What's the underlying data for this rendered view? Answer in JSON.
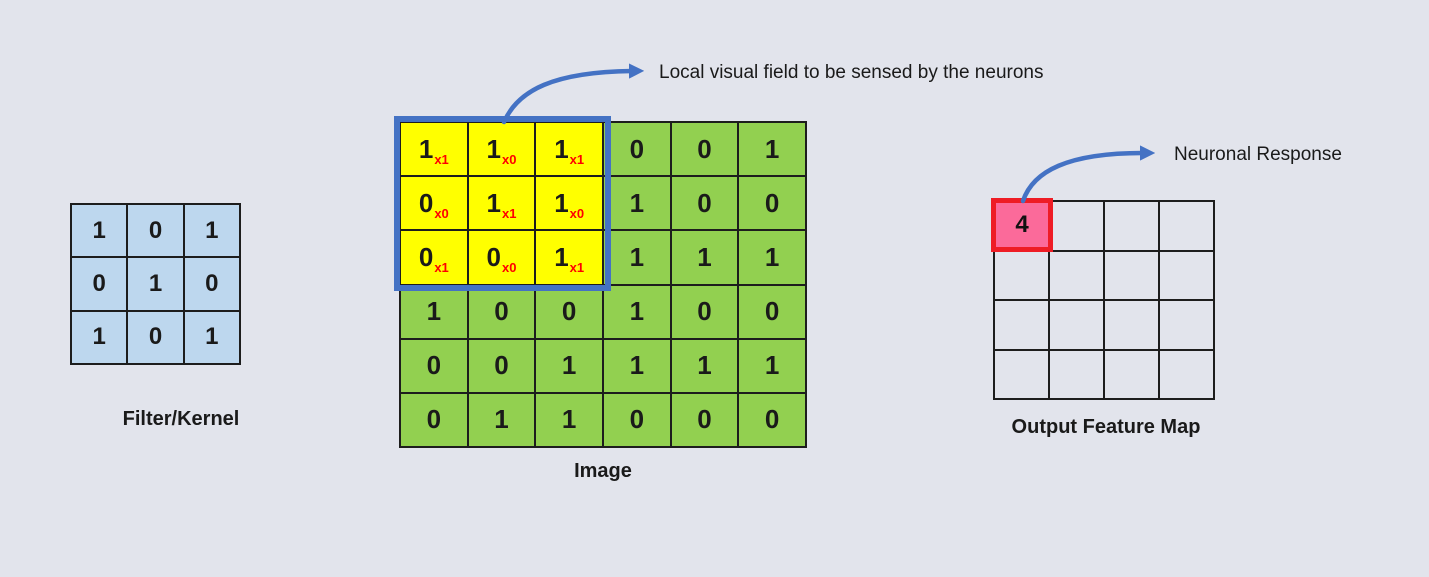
{
  "colors": {
    "background": "#e2e4ec",
    "filter_fill": "#bdd7ee",
    "image_fill": "#92d050",
    "highlight_fill": "#ffff00",
    "highlight_border": "#4472c4",
    "output_active_fill": "#fb6a9a",
    "output_active_border": "#ee1c25",
    "arrow": "#4472c4",
    "subscript": "#ff0000",
    "grid_line": "#1d1d1d"
  },
  "annotations": {
    "local_field": "Local visual field to be sensed by the neurons",
    "neuronal_response": "Neuronal Response"
  },
  "filter": {
    "label": "Filter/Kernel",
    "values": [
      [
        1,
        0,
        1
      ],
      [
        0,
        1,
        0
      ],
      [
        1,
        0,
        1
      ]
    ]
  },
  "image": {
    "label": "Image",
    "values": [
      [
        1,
        1,
        1,
        0,
        0,
        1
      ],
      [
        0,
        1,
        1,
        1,
        0,
        0
      ],
      [
        0,
        0,
        1,
        1,
        1,
        1
      ],
      [
        1,
        0,
        0,
        1,
        0,
        0
      ],
      [
        0,
        0,
        1,
        1,
        1,
        1
      ],
      [
        0,
        1,
        1,
        0,
        0,
        0
      ]
    ],
    "subscripts": [
      [
        "x1",
        "x0",
        "x1"
      ],
      [
        "x0",
        "x1",
        "x0"
      ],
      [
        "x1",
        "x0",
        "x1"
      ]
    ]
  },
  "output": {
    "label": "Output Feature Map",
    "value": 4
  }
}
